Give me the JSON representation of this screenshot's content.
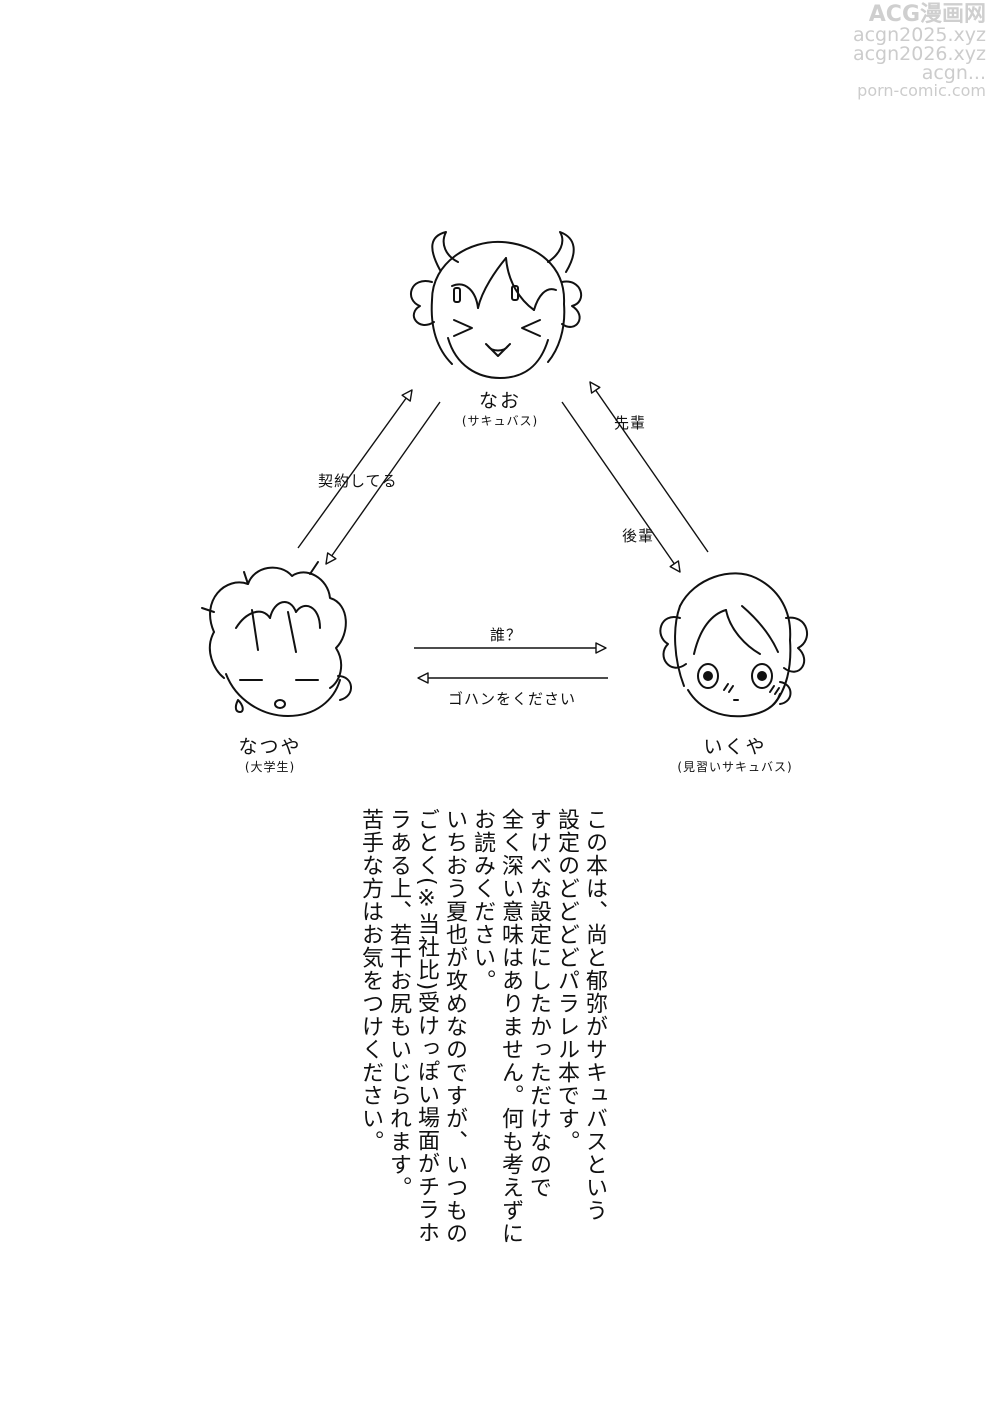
{
  "watermark": {
    "brand": "ACG漫画网",
    "lines": [
      "acgn2025.xyz",
      "acgn2026.xyz",
      "acgn...",
      "porn-comic.com"
    ]
  },
  "characters": {
    "nao": {
      "name": "なお",
      "role": "(サキュバス)"
    },
    "natsuya": {
      "name": "なつや",
      "role": "(大学生)"
    },
    "ikuya": {
      "name": "いくや",
      "role": "(見習いサキュバス)"
    }
  },
  "relations": {
    "contract": "契約してる",
    "senpai": "先輩",
    "kohai": "後輩",
    "who": "誰？",
    "gohan": "ゴハンをください"
  },
  "description": {
    "lines": [
      "この本は、尚と郁弥がサキュバスという",
      "設定のどどどどパラレル本です。",
      "すけべな設定にしたかっただけなので",
      "全く深い意味はありません。何も考えずに",
      "お読みください。",
      "いちおう夏也が攻めなのですが、いつもの",
      "ごとく(※当社比)受けっぽい場面がチラホ",
      "ラある上、若干お尻もいじられます。",
      "苦手な方はお気をつけください。"
    ]
  }
}
